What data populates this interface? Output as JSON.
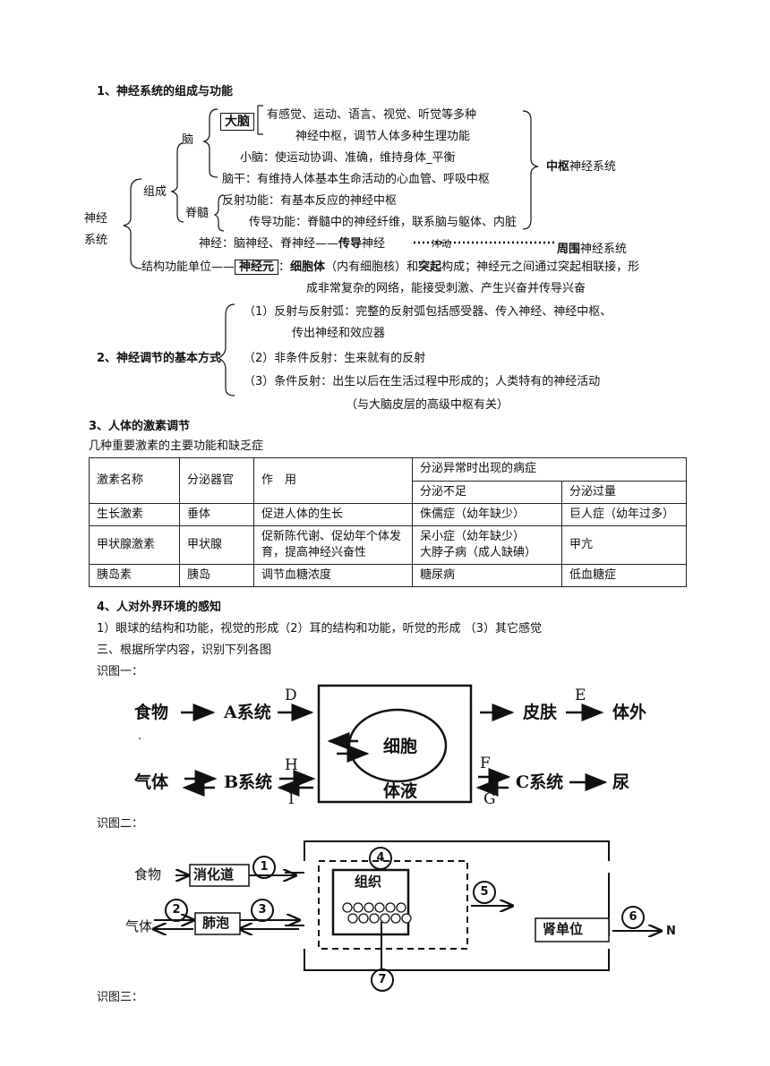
{
  "sec1": {
    "title": "1、神经系统的组成与功能",
    "root": "神经",
    "root2": "系统",
    "zucheng": "组成",
    "nao": "脑",
    "danao": "大脑",
    "danao_l1": "有感觉、运动、语言、视觉、听觉等多种",
    "danao_l2": "神经中枢，调节人体多种生理功能",
    "xiaonao": "小脑：使运动协调、准确，维持身体_平衡",
    "naogan": "脑干：有维持人体基本生命活动的心血管、呼吸中枢",
    "jisui": "脊髓",
    "fanshe": "反射功能：有基本反应的神经中枢",
    "chuandao": "传导功能：脊髓中的神经纤维，联系脑与躯体、内脏",
    "shenjing_pre": "神经：脑神经、脊神经——",
    "shenjing_bold": "传导",
    "shenjing_post": "神经",
    "shenjing_small": "冲动",
    "zhongshu_bold": "中枢",
    "zhongshu": "神经系统",
    "zhouwei_bold": "周围",
    "zhouwei": "神经系统",
    "jiegou_pre": "结构功能单位——",
    "shenjingyuan": "神经元",
    "jiegou_colon": "：",
    "xibaoti": "细胞体",
    "jiegou_mid": "（内有细胞核）和",
    "tuqi": "突起",
    "jiegou_post": "构成；神经元之间通过突起相联接，形",
    "jiegou_l2": "成非常复杂的网络，能接受刺激、产生兴奋并传导兴奋"
  },
  "sec2": {
    "title": "2、神经调节的基本方式",
    "i1a": "（1）反射与反射弧：完整的反射弧包括感受器、传入神经、神经中枢、",
    "i1b": "传出神经和效应器",
    "i2": "（2）非条件反射：生来就有的反射",
    "i3": "（3）条件反射：出生以后在生活过程中形成的；人类特有的神经活动",
    "i3b": "（与大脑皮层的高级中枢有关）"
  },
  "sec3": {
    "title": "3、人体的激素调节",
    "subtitle": "几种重要激素的主要功能和缺乏症",
    "headers": [
      "激素名称",
      "分泌器官",
      "作　用",
      "分泌异常时出现的病症",
      "分泌不足",
      "分泌过量"
    ],
    "rows": [
      [
        "生长激素",
        "垂体",
        "促进人体的生长",
        "侏儒症（幼年缺少）",
        "巨人症（幼年过多）"
      ],
      [
        "甲状腺激素",
        "甲状腺",
        "促新陈代谢、促幼年个体发育，提高神经兴奋性",
        "呆小症（幼年缺少）",
        "甲亢"
      ],
      [
        "胰岛素",
        "胰岛",
        "调节血糖浓度",
        "糖尿病",
        "低血糖症"
      ]
    ],
    "row2_extra": "大脖子病（成人缺碘）",
    "row2_effect_l2": "育，提高神经兴奋性",
    "row2_effect_l1": "促新陈代谢、促幼年个体发"
  },
  "sec4": {
    "title": "4、人对外界环境的感知",
    "line": "1）眼球的结构和功能，视觉的形成（2）耳的结构和功能，听觉的形成 （3）其它感觉"
  },
  "sec5": {
    "title": "三、根据所学内容，识别下列各图",
    "fig1": "识图一：",
    "fig2": "识图二：",
    "fig3": "识图三："
  },
  "diagram1": {
    "food": "食物",
    "gas": "气体",
    "a_sys": "A系统",
    "b_sys": "B系统",
    "d": "D",
    "h": "H",
    "i": "I",
    "cell": "细胞",
    "fluid": "体液",
    "skin": "皮肤",
    "e": "E",
    "outside": "体外",
    "f": "F",
    "g": "G",
    "c_sys": "C系统",
    "urine": "尿",
    "dot": "."
  },
  "diagram2": {
    "food": "食物",
    "gas": "气体",
    "tract": "消化道",
    "alveoli": "肺泡",
    "tissue": "组织",
    "nephron": "肾单位",
    "n": "N",
    "c1": "1",
    "c2": "2",
    "c3": "3",
    "c4": "4",
    "c5": "5",
    "c6": "6",
    "c7": "7"
  }
}
